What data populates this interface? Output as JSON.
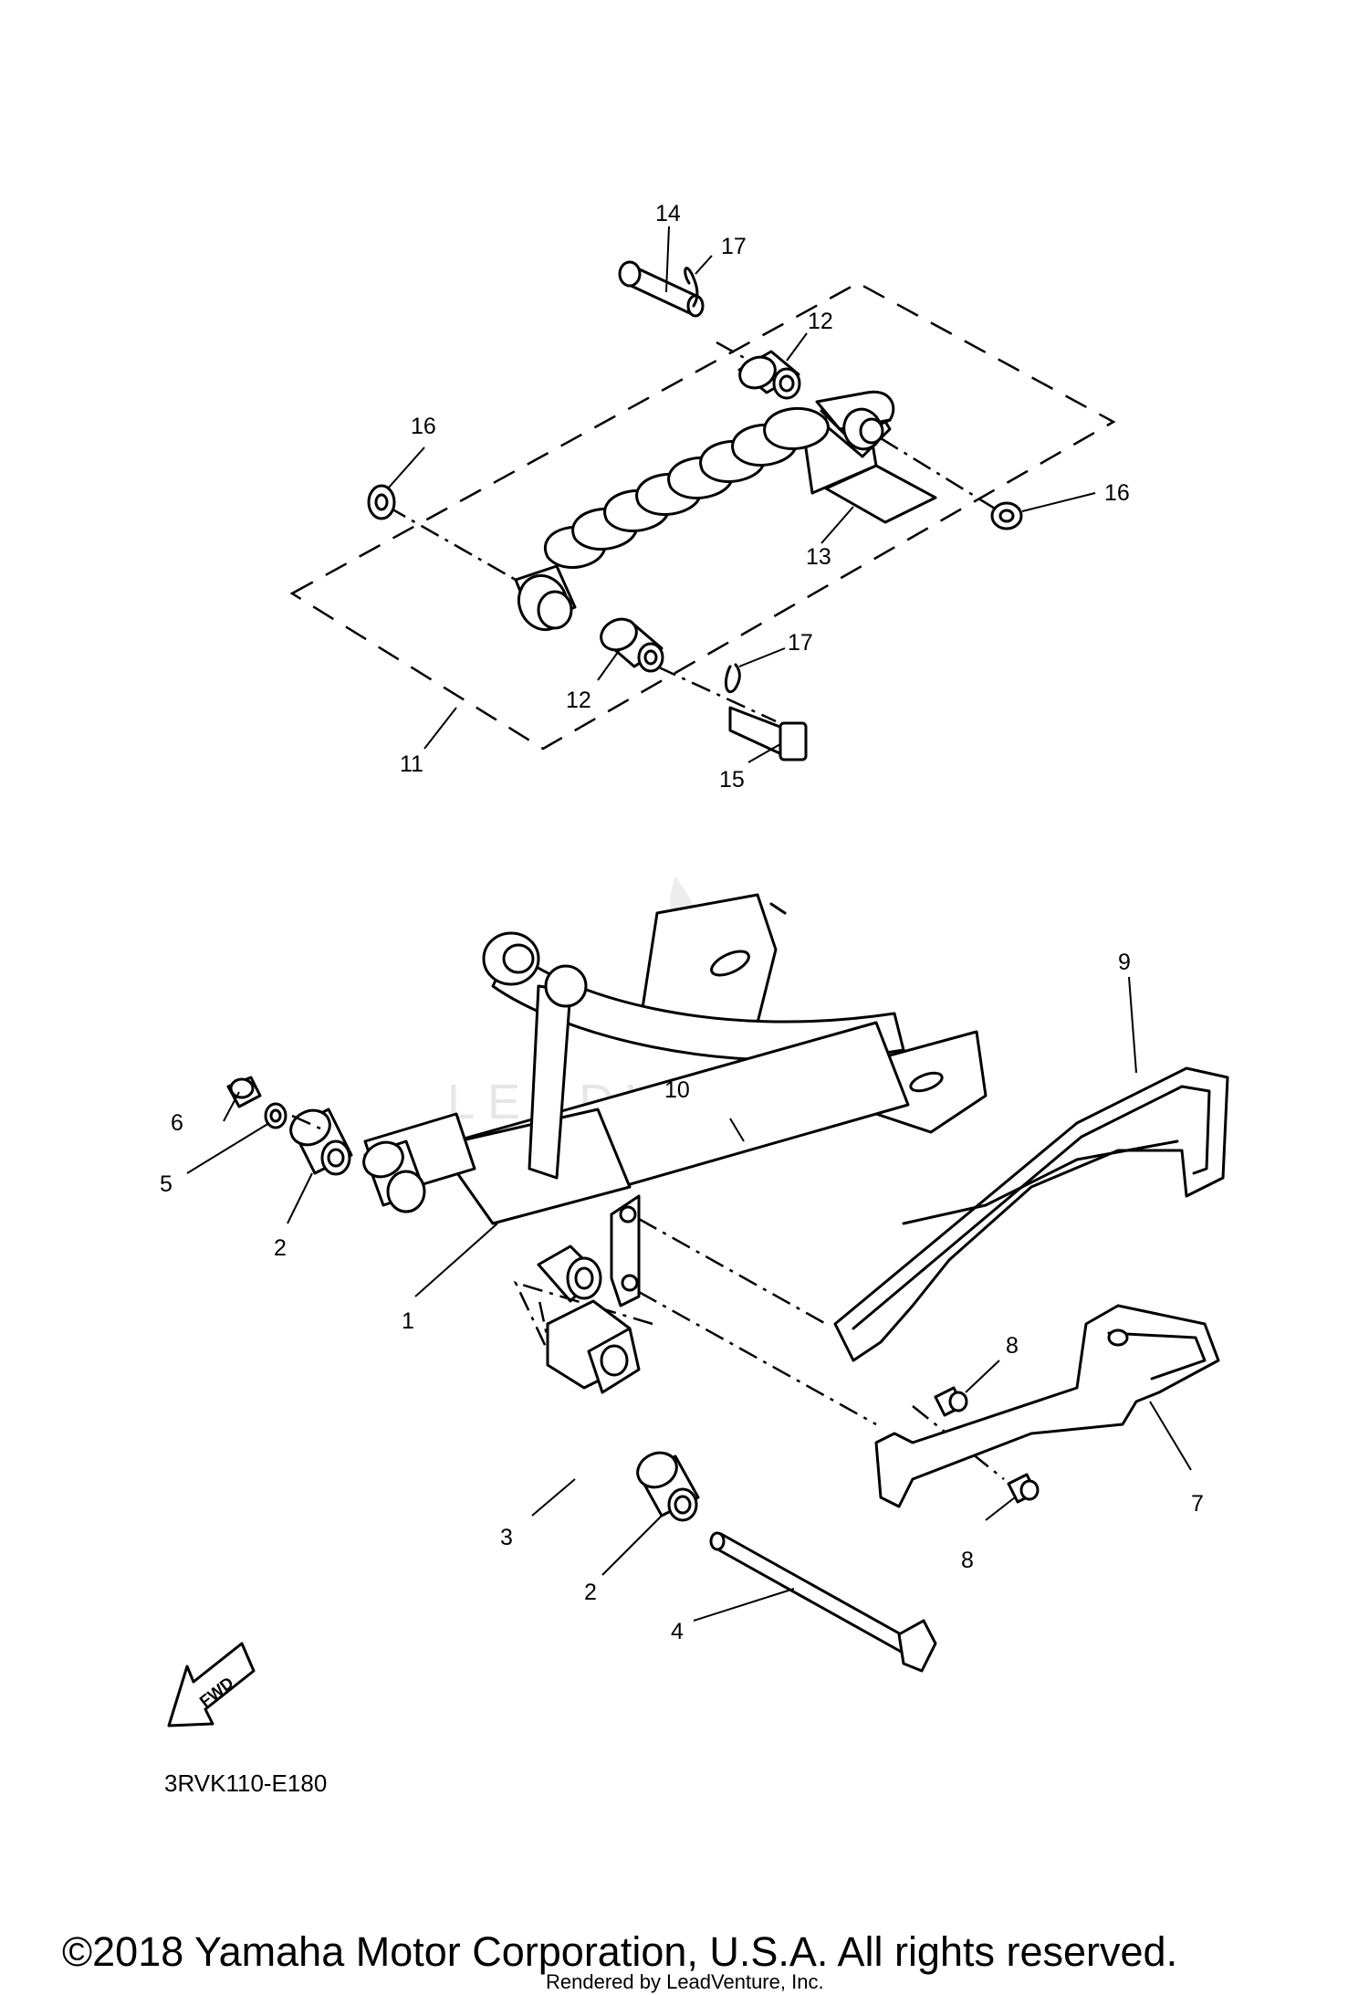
{
  "callouts": {
    "c1": "1",
    "c2a": "2",
    "c2b": "2",
    "c3": "3",
    "c4": "4",
    "c5": "5",
    "c6": "6",
    "c7": "7",
    "c8a": "8",
    "c8b": "8",
    "c9": "9",
    "c10": "10",
    "c11": "11",
    "c12a": "12",
    "c12b": "12",
    "c13": "13",
    "c14": "14",
    "c15": "15",
    "c16a": "16",
    "c16b": "16",
    "c17a": "17",
    "c17b": "17"
  },
  "fwd_label": "FWD",
  "diagram_code": "3RVK110-E180",
  "watermark": "LEADVENTURE",
  "copyright": "©2018 Yamaha Motor Corporation, U.S.A. All rights reserved.",
  "rendered_by": "Rendered by LeadVenture, Inc."
}
